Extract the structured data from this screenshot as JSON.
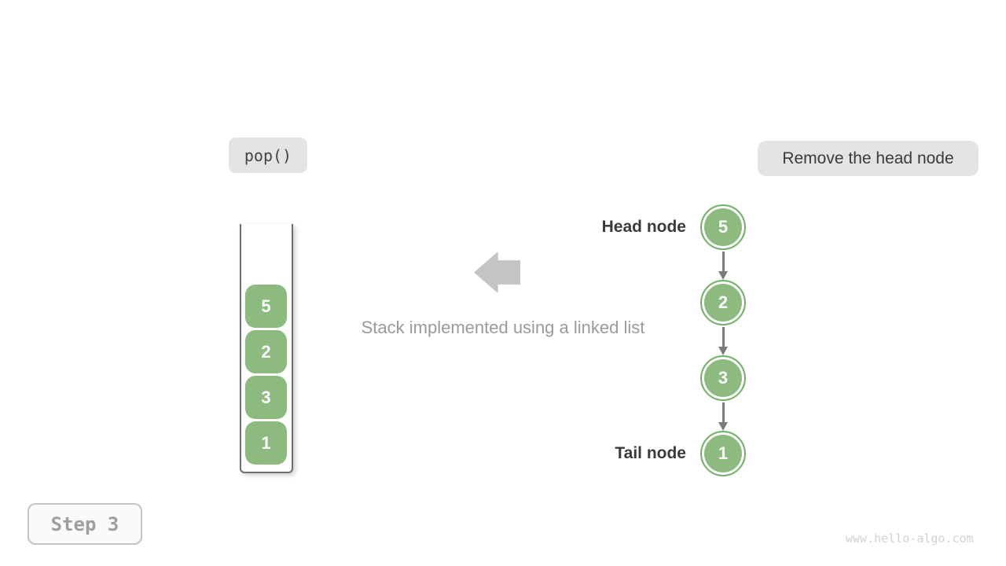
{
  "badges": {
    "operation": "pop()",
    "description": "Remove the head node"
  },
  "stack": {
    "items": [
      "5",
      "2",
      "3",
      "1"
    ]
  },
  "caption": "Stack implemented using a linked list",
  "linked_list": {
    "head_label": "Head node",
    "tail_label": "Tail node",
    "nodes": [
      "5",
      "2",
      "3",
      "1"
    ]
  },
  "step_indicator": "Step 3",
  "watermark": "www.hello-algo.com",
  "colors": {
    "node_green": "#8cba7f",
    "node_border_green": "#74b169",
    "badge_bg": "#e4e4e4",
    "caption_gray": "#9a9a9a",
    "dark_text": "#3a3a3a",
    "block_arrow_gray": "#c4c4c4",
    "connector_gray": "#7d7d7d",
    "step_text_gray": "#9e9e9e",
    "watermark_gray": "#d2d2d2",
    "container_border": "#6e6e6e"
  }
}
